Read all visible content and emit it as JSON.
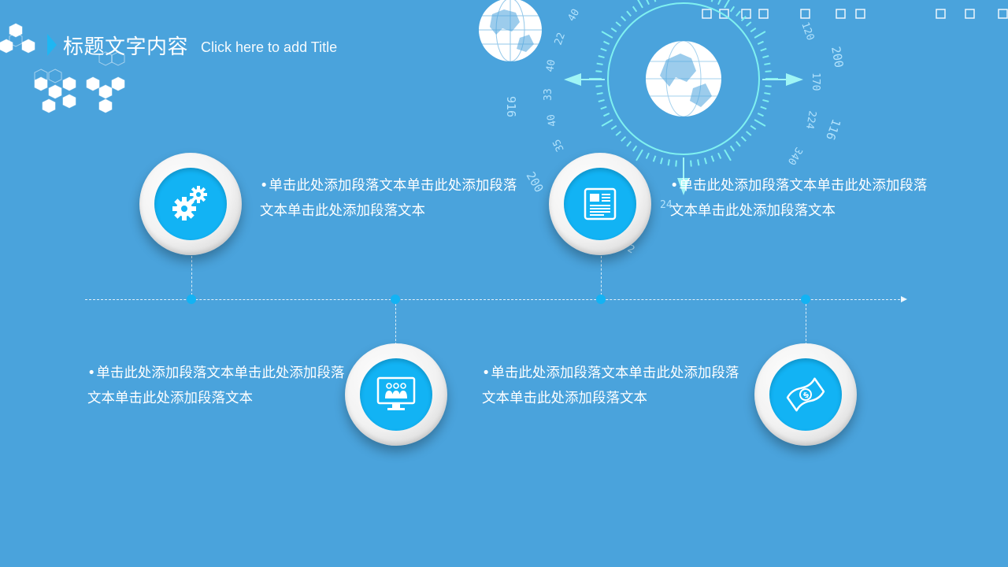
{
  "header": {
    "title": "标题文字内容",
    "subtitle": "Click here to add Title"
  },
  "compass": {
    "numbers": [
      "40",
      "22",
      "40",
      "33",
      "916",
      "40",
      "35",
      "200",
      "120",
      "200",
      "170",
      "224",
      "116",
      "340",
      "24",
      "2"
    ]
  },
  "items": [
    {
      "icon": "gears-icon",
      "bullet": "•",
      "line1": "单击此处添加段落文本单击此处添加段落",
      "line2": "文本单击此处添加段落文本"
    },
    {
      "icon": "presentation-screen-icon",
      "bullet": "•",
      "line1": "单击此处添加段落文本单击此处添加段落",
      "line2": "文本单击此处添加段落文本"
    },
    {
      "icon": "newspaper-icon",
      "bullet": "•",
      "line1": "单击此处添加段落文本单击此处添加段落",
      "line2": "文本单击此处添加段落文本"
    },
    {
      "icon": "money-bill-icon",
      "bullet": "•",
      "line1": "单击此处添加段落文本单击此处添加段落",
      "line2": "文本单击此处添加段落文本"
    }
  ],
  "colors": {
    "background": "#4aa3dc",
    "accent": "#12b3f4",
    "text": "#ffffff"
  }
}
